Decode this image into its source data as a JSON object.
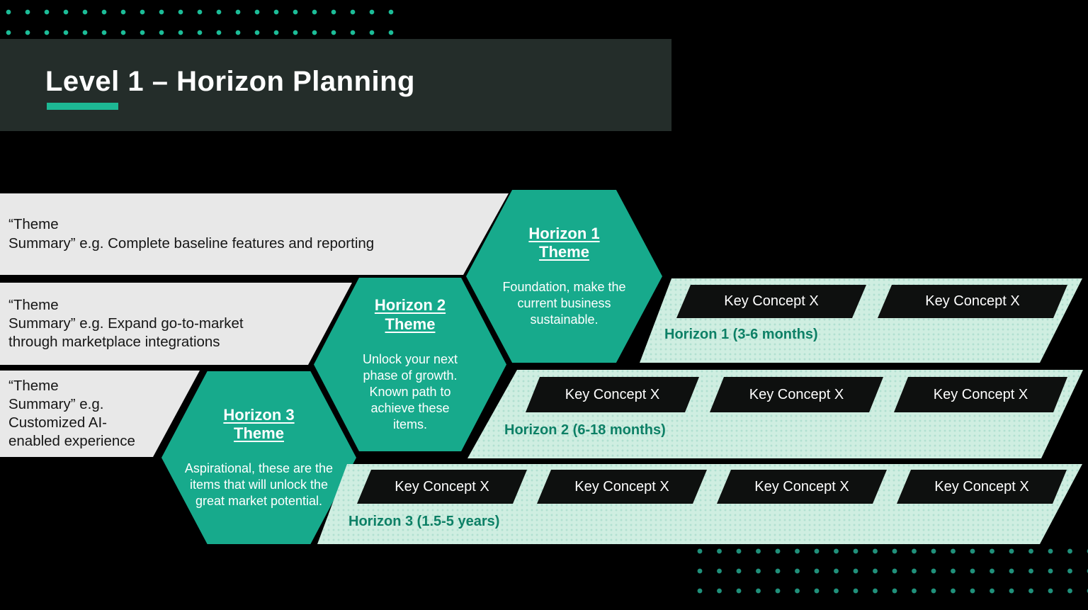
{
  "slide": {
    "title": "Level 1 – Horizon Planning"
  },
  "colors": {
    "background": "#000000",
    "header_panel": "#242d2a",
    "accent_teal": "#17aa8c",
    "underline_teal": "#1db894",
    "mint_band": "#cfeee1",
    "gray_banner": "#e8e8e8",
    "concept_box": "#0e100f",
    "band_label_teal": "#0d8066",
    "dot_teal": "#1cbd98"
  },
  "theme_banners": [
    {
      "lines": [
        "“Theme",
        "Summary” e.g. Complete baseline features and reporting"
      ]
    },
    {
      "lines": [
        "“Theme",
        "Summary” e.g. Expand go-to-market",
        "through marketplace integrations"
      ]
    },
    {
      "lines": [
        "“Theme",
        "Summary” e.g.",
        "Customized AI-",
        "enabled experience"
      ]
    }
  ],
  "hexagons": [
    {
      "title": "Horizon 1 Theme",
      "body": "Foundation, make the current business sustainable."
    },
    {
      "title": "Horizon 2 Theme",
      "body": "Unlock your next phase of growth. Known path to achieve these items."
    },
    {
      "title": "Horizon 3 Theme",
      "body": "Aspirational, these are the items that will unlock the great market potential."
    }
  ],
  "horizon_rows": [
    {
      "label": "Horizon 1 (3-6 months)",
      "concepts": [
        "Key Concept X",
        "Key Concept X"
      ]
    },
    {
      "label": "Horizon 2 (6-18 months)",
      "concepts": [
        "Key Concept X",
        "Key Concept X",
        "Key Concept X"
      ]
    },
    {
      "label": "Horizon 3 (1.5-5 years)",
      "concepts": [
        "Key Concept X",
        "Key Concept X",
        "Key Concept X",
        "Key Concept X"
      ]
    }
  ]
}
